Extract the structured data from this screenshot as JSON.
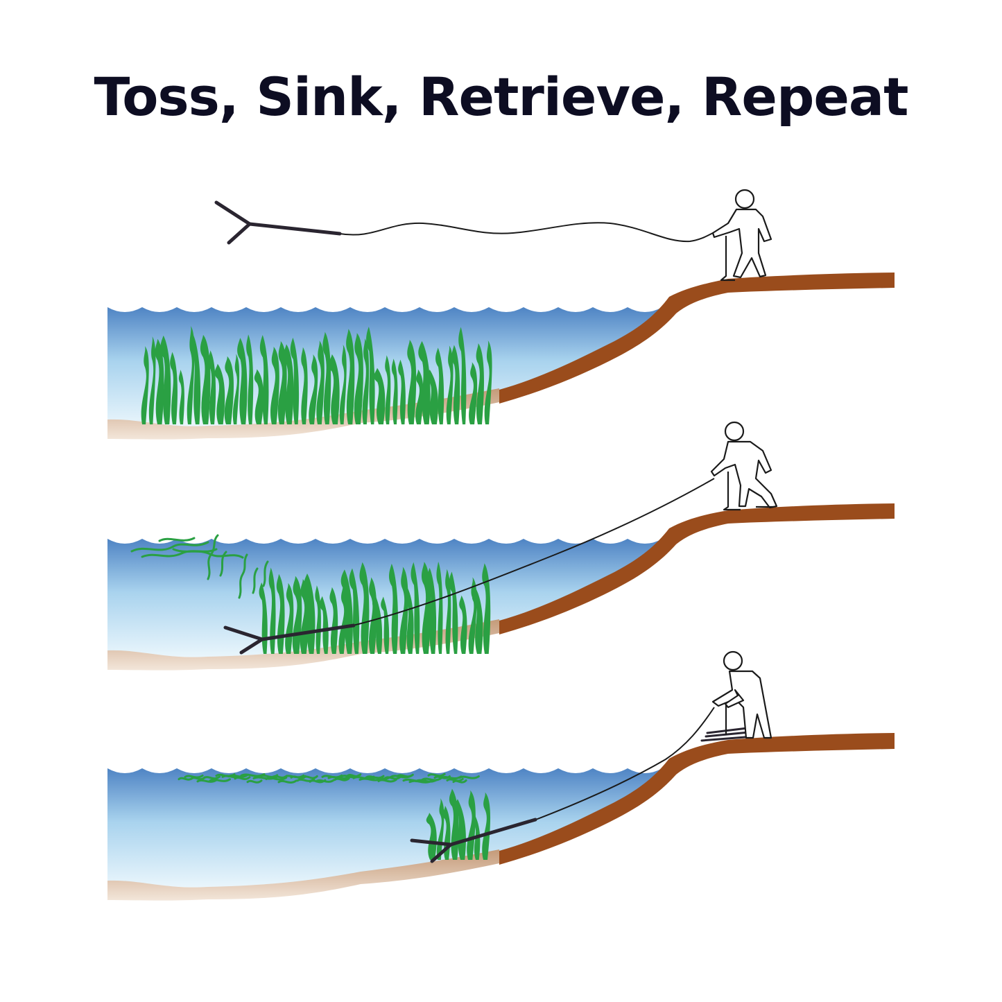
{
  "title": "Toss, Sink, Retrieve, Repeat",
  "colors": {
    "water_top": "#4f84c4",
    "water_bottom": "#e4f4fb",
    "bank": "#9a4c1c",
    "lakebed": "#d9b89a",
    "weed": "#2aa043",
    "figure_stroke": "#1a1a1a",
    "rope": "#1a1a1a",
    "rake": "#2a2530"
  },
  "panels": [
    {
      "name": "toss",
      "step": "Toss"
    },
    {
      "name": "sink-and-retrieve",
      "step": "Sink, Retrieve"
    },
    {
      "name": "repeat",
      "step": "Repeat"
    }
  ],
  "icons": [
    "person-icon",
    "rake-icon",
    "rope-icon",
    "weed-icon",
    "wave-icon"
  ]
}
